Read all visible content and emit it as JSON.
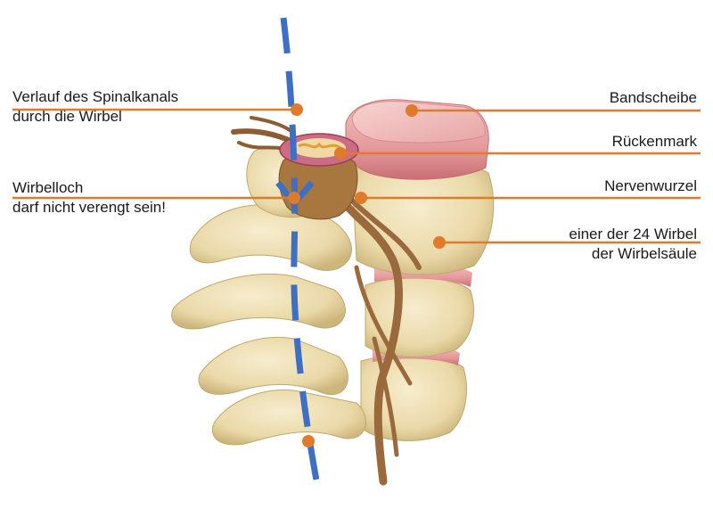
{
  "colors": {
    "leader_line": "#e07b2c",
    "marker": "#e07b2c",
    "canal_path": "#3d6fc4",
    "bone": "#efe2b9",
    "bone_shadow": "#c9b47e",
    "disc": "#e9a2a3",
    "nerve": "#9b6a3c"
  },
  "labels": {
    "spinal_canal": {
      "line1": "Verlauf des Spinalkanals",
      "line2": "durch die Wirbel"
    },
    "foramen": {
      "line1": "Wirbelloch",
      "line2": "darf nicht verengt sein!"
    },
    "disc": {
      "text": "Bandscheibe"
    },
    "spinal_cord": {
      "text": "Rückenmark"
    },
    "nerve_root": {
      "text": "Nervenwurzel"
    },
    "vertebra": {
      "line1": "einer der 24 Wirbel",
      "line2": "der Wirbelsäule"
    }
  }
}
